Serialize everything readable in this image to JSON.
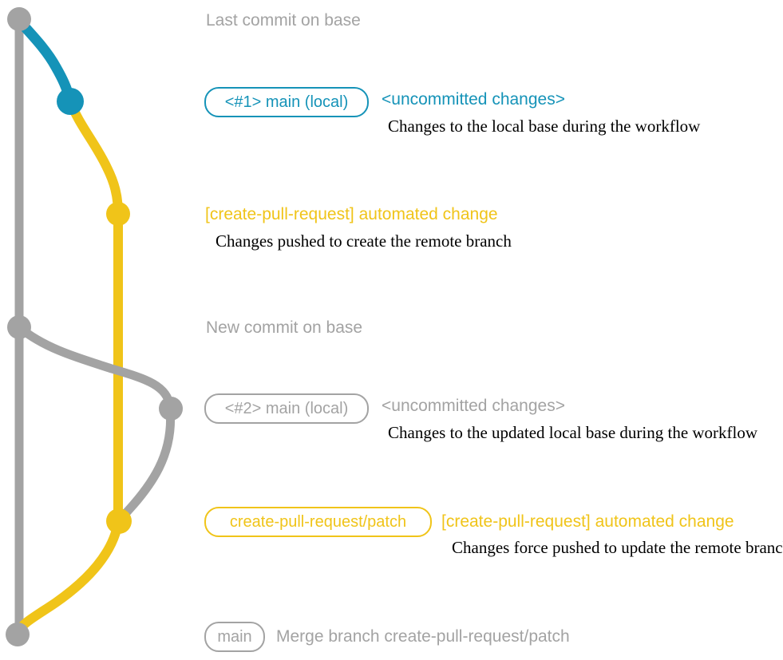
{
  "colors": {
    "gray": "#a3a3a3",
    "blue": "#1593b8",
    "yellow": "#f0c419"
  },
  "rows": {
    "row1": {
      "label": "Last commit on base"
    },
    "row2": {
      "branch_tag": "<#1> main (local)",
      "status": "<uncommitted changes>",
      "note": "Changes to the local base during the workflow"
    },
    "row3": {
      "message": "[create-pull-request] automated change",
      "note": "Changes pushed to create the remote branch"
    },
    "row4": {
      "label": "New commit on base"
    },
    "row5": {
      "branch_tag": "<#2> main (local)",
      "status": "<uncommitted changes>",
      "note": "Changes to the updated local base during the workflow"
    },
    "row6": {
      "branch_tag": "create-pull-request/patch",
      "message": "[create-pull-request] automated change",
      "note": "Changes force pushed to update the remote branch"
    },
    "row7": {
      "branch_tag": "main",
      "message": "Merge branch create-pull-request/patch"
    }
  }
}
